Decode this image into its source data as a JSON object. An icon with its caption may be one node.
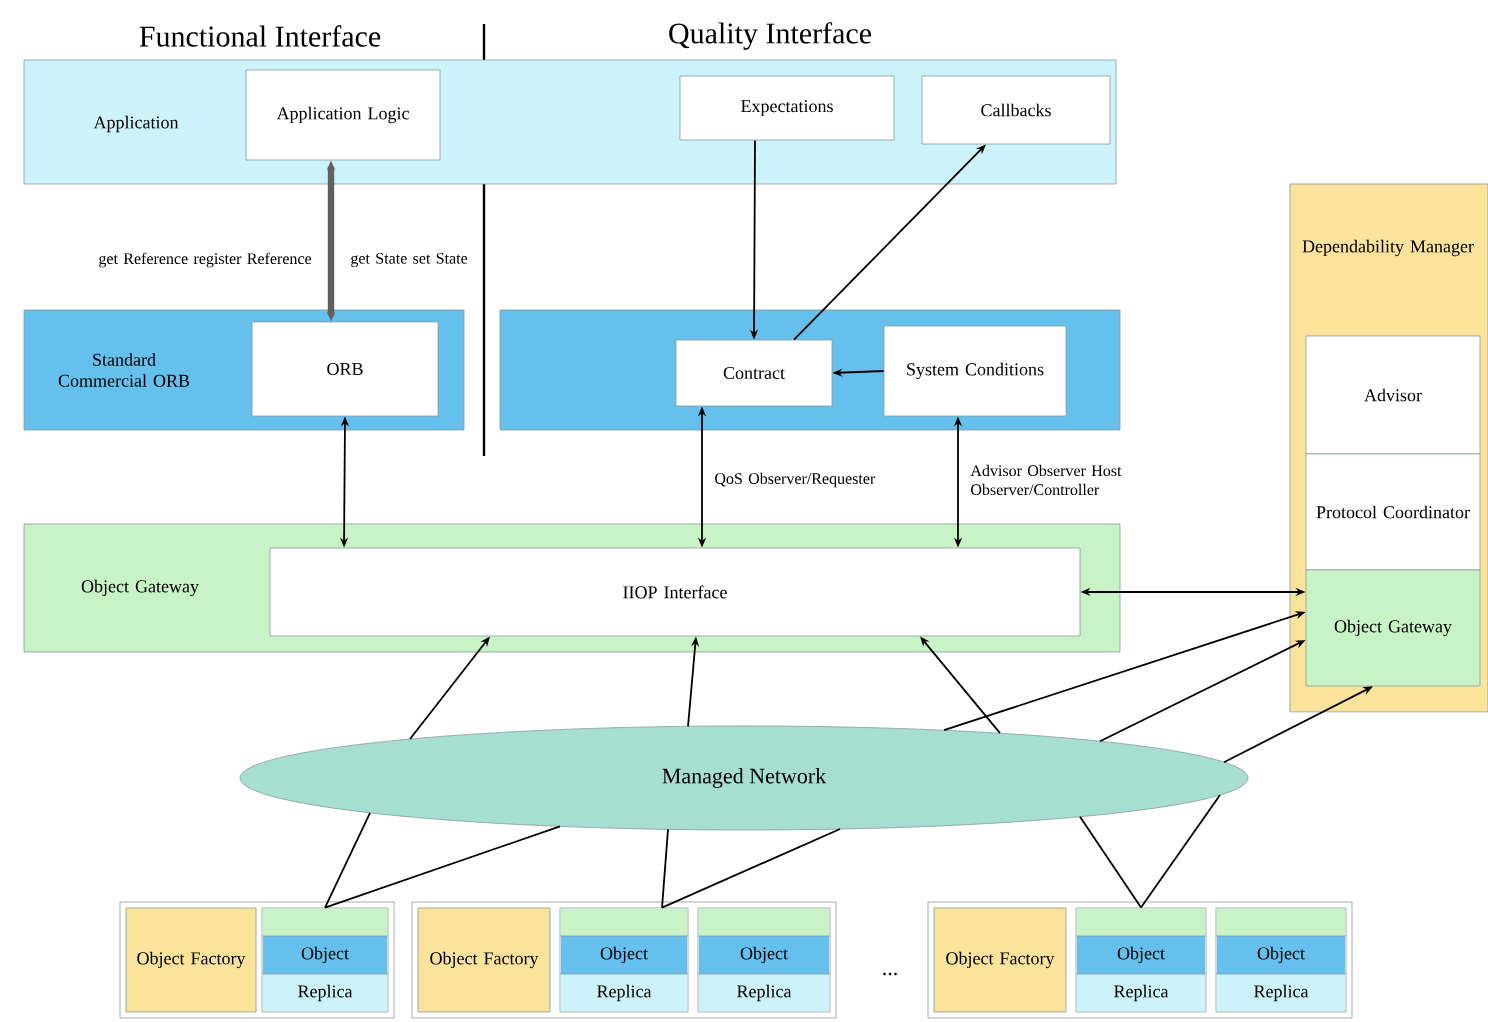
{
  "diagram": {
    "nodes": [
      {
        "text": [
          "Application"
        ]
      },
      {
        "text": [
          "Application Logic"
        ],
        "in": 0
      },
      {
        "text": [
          "Expectations"
        ],
        "in": 0
      },
      {
        "text": [
          "Callbacks"
        ],
        "in": 0
      },
      {
        "text": [
          "Standard Commercial ORB"
        ]
      },
      {
        "text": [
          "ORB"
        ],
        "in": 4
      },
      {
        "text": [],
        "shape": "box"
      },
      {
        "text": [
          "Contract"
        ],
        "in": 6
      },
      {
        "text": [
          "System Conditions"
        ],
        "in": 6
      },
      {
        "text": [
          "Object Gateway"
        ]
      },
      {
        "text": [
          "IIOP Interface"
        ],
        "in": 9
      },
      {
        "text": [
          "Dependability Manager"
        ]
      },
      {
        "text": [
          "Advisor"
        ],
        "in": 11
      },
      {
        "text": [
          "Protocol Coordinator"
        ],
        "in": 11
      },
      {
        "text": [
          "Object Gateway"
        ],
        "in": 11
      },
      {
        "text": [
          "Managed Network"
        ]
      },
      {
        "text": [],
        "shape": "box"
      },
      {
        "text": [
          "Object Factory"
        ],
        "in": 16
      },
      {
        "text": [
          "Object",
          "Replica"
        ],
        "in": 16
      },
      {
        "text": [],
        "shape": "box"
      },
      {
        "text": [
          "Object Factory"
        ],
        "in": 19
      },
      {
        "text": [
          "Object",
          "Replica"
        ],
        "in": 19
      },
      {
        "text": [
          "Object",
          "Replica"
        ],
        "in": 19
      },
      {
        "text": [],
        "shape": "box"
      },
      {
        "text": [
          "Object Factory"
        ],
        "in": 23
      },
      {
        "text": [
          "Object",
          "Replica"
        ],
        "in": 23
      },
      {
        "text": [
          "Object",
          "Replica"
        ],
        "in": 23
      }
    ],
    "edges": [
      {
        "from": 1,
        "to": 5,
        "arrow": "both",
        "style": "thick",
        "color": "#606060",
        "label": "get Reference register Reference"
      },
      {
        "from": 2,
        "to": 7,
        "arrow": "to"
      },
      {
        "from": 7,
        "to": 3,
        "arrow": "to"
      },
      {
        "from": 8,
        "to": 7,
        "arrow": "to"
      },
      {
        "from": 5,
        "to": 10,
        "arrow": "both"
      },
      {
        "from": 7,
        "to": 10,
        "arrow": "both",
        "label": "QoS Observer/Requester"
      },
      {
        "from": 8,
        "to": 10,
        "arrow": "both",
        "label": "Advisor Observer Host Observer/Controller"
      },
      {
        "from": 10,
        "to": 14,
        "arrow": "both"
      },
      {
        "from": 15,
        "to": 10,
        "arrow": "to"
      },
      {
        "from": 15,
        "to": 10,
        "arrow": "to"
      },
      {
        "from": 15,
        "to": 10,
        "arrow": "to"
      },
      {
        "from": 15,
        "to": 14,
        "arrow": "to"
      },
      {
        "from": 15,
        "to": 14,
        "arrow": "to"
      },
      {
        "from": 15,
        "to": 14,
        "arrow": "to"
      },
      {
        "from": 18,
        "to": 15,
        "arrow": "none"
      },
      {
        "from": 18,
        "to": 15,
        "arrow": "none"
      },
      {
        "from": 21,
        "to": 15,
        "arrow": "none"
      },
      {
        "from": 21,
        "to": 15,
        "arrow": "none"
      },
      {
        "from": 25,
        "to": 15,
        "arrow": "none"
      },
      {
        "from": 25,
        "to": 15,
        "arrow": "none"
      }
    ],
    "labels": [
      "Functional Interface",
      "Quality Interface",
      "get State set State",
      "..."
    ]
  }
}
